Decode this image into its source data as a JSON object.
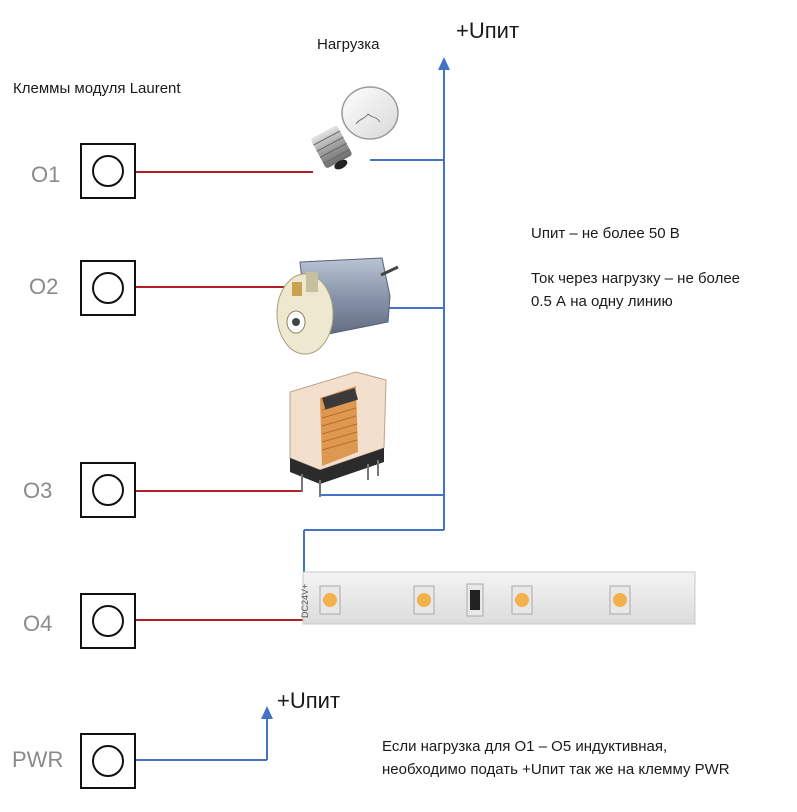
{
  "diagram": {
    "module_terminals_label": "Клеммы модуля Laurent",
    "load_label": "Нагрузка",
    "supply_top_label": "+Uпит",
    "supply_pwr_label": "+Uпит",
    "terminals": [
      "O1",
      "O2",
      "O3",
      "O4",
      "PWR"
    ],
    "strip_marking": "DC24V",
    "notes": {
      "voltage": "Uпит – не более 50 В",
      "current_line1": "Ток через нагрузку – не более",
      "current_line2": "0.5 А на одну линию",
      "inductive_line1": "Если нагрузка для O1 – O5 индуктивная,",
      "inductive_line2": "необходимо подать +Uпит так же на клемму PWR"
    },
    "colors": {
      "supply_wire": "#4472c4",
      "output_wire": "#b01f24",
      "terminal_label": "#8a8a8a"
    }
  }
}
